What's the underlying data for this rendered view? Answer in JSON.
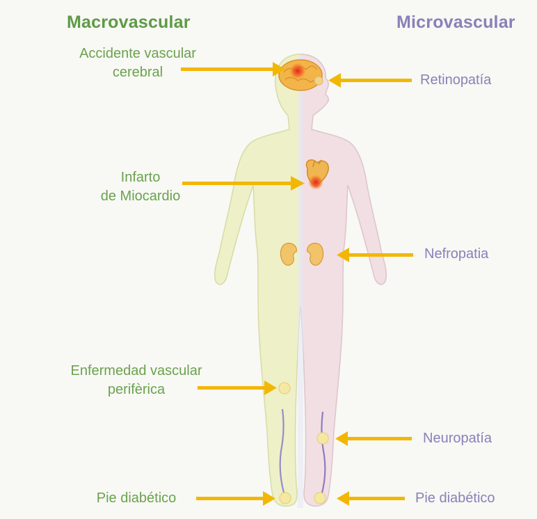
{
  "headings": {
    "macro": "Macrovascular",
    "micro": "Microvascular"
  },
  "left_labels": {
    "stroke": [
      "Accidente vascular",
      "cerebral"
    ],
    "heart": [
      "Infarto",
      "de Miocardio"
    ],
    "pad": [
      "Enfermedad vascular",
      "perifèrica"
    ],
    "foot": [
      "Pie diabético"
    ]
  },
  "right_labels": {
    "retina": "Retinopatía",
    "kidney": "Nefropatia",
    "nerve": "Neuropatía",
    "foot": "Pie diabético"
  },
  "colors": {
    "macro_green": "#5e9a46",
    "micro_purple": "#8a80b8",
    "arrow_yellow": "#f2b705",
    "body_left": "#eef0c8",
    "body_right": "#f1dfe3"
  }
}
